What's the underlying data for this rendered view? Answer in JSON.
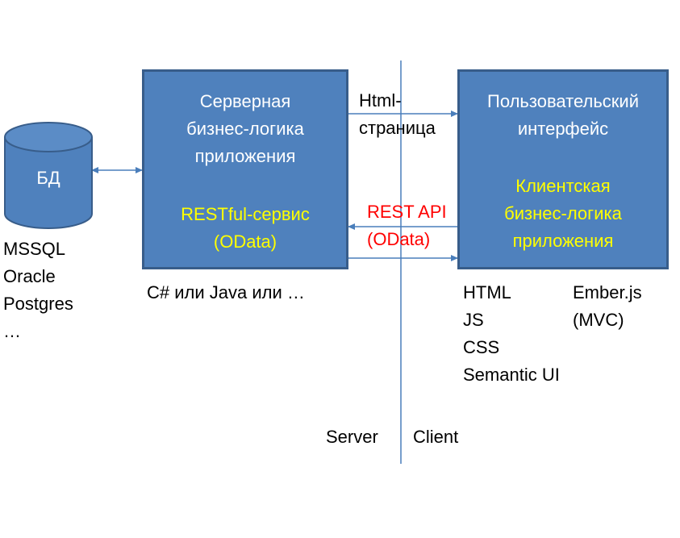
{
  "database": {
    "label": "БД",
    "engines": "MSSQL\nOracle\nPostgres\n…"
  },
  "server_box": {
    "title": "Серверная\nбизнес-логика\nприложения",
    "service": "RESTful-сервис\n(OData)",
    "tech": "C# или Java или …"
  },
  "client_box": {
    "title": "Пользовательский\nинтерфейс",
    "logic": "Клиентская\nбизнес-логика\nприложения",
    "tech_left": "HTML\nJS\nCSS\nSemantic UI",
    "tech_right": "Ember.js\n(MVC)"
  },
  "arrows": {
    "html_page": "Html-\nстраница",
    "rest_api": "REST API\n(OData)"
  },
  "divider": {
    "server_label": "Server",
    "client_label": "Client"
  },
  "colors": {
    "box_fill": "#4f81bd",
    "box_border": "#385d8a",
    "highlight_text": "#ffff00",
    "api_text": "#ff0000",
    "connector": "#4a7ebb"
  }
}
